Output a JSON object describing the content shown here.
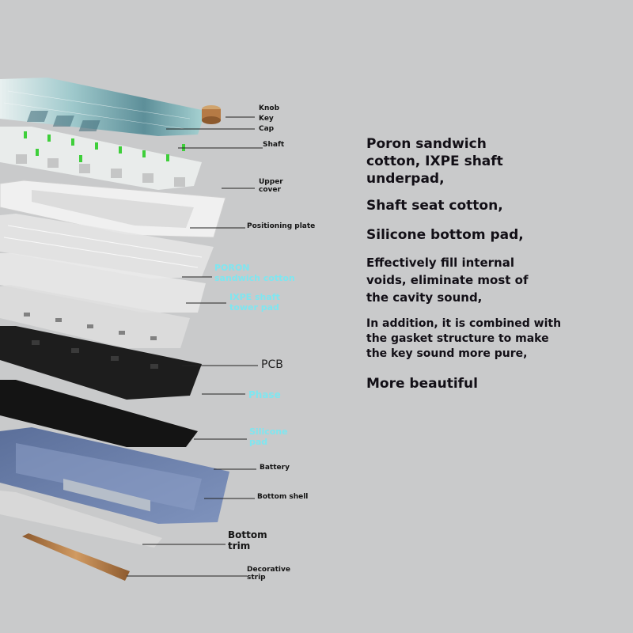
{
  "labels": {
    "knob": "Knob",
    "key": "Key",
    "cap": "Cap",
    "shaft": "Shaft",
    "upper_cover": [
      "Upper",
      "cover"
    ],
    "positioning_plate": "Positioning plate",
    "poron": [
      "PORON",
      "sandwich cotton"
    ],
    "ixpe": [
      "IXPE shaft",
      "tower pad"
    ],
    "pcb": "PCB",
    "phase": "Phase",
    "silicone": [
      "Silicone",
      "pad"
    ],
    "battery": "Battery",
    "bottom_shell": "Bottom shell",
    "bottom_trim": [
      "Bottom",
      "trim"
    ],
    "decorative_strip": [
      "Decorative",
      "strip"
    ]
  },
  "description": {
    "block1": [
      "Poron sandwich",
      "cotton, IXPE shaft",
      "underpad,"
    ],
    "block2": "Shaft seat cotton,",
    "block3": "Silicone bottom pad,",
    "block4": [
      "Effectively fill internal",
      "voids, eliminate most of",
      "the cavity sound,"
    ],
    "block5": [
      "In addition, it is combined with",
      "the gasket structure to make",
      "the key sound more pure,"
    ],
    "block6": "More beautiful"
  },
  "colors": {
    "background": "#c9cacb",
    "keycap_teal": "#6fa9ae",
    "keycap_dark": "#3f6a78",
    "keycap_light": "#e9eeee",
    "switch_green": "#3ecf3a",
    "upper_cover": "#f0f0f0",
    "plate": "#e2e2e2",
    "pcb_black": "#1d1d1d",
    "bottom_shell_blue": "#6d82ad",
    "decorative_strip_copper": "#b57a45",
    "annotation_cyan": "#7fe6f0",
    "text_dark": "#120f16"
  }
}
